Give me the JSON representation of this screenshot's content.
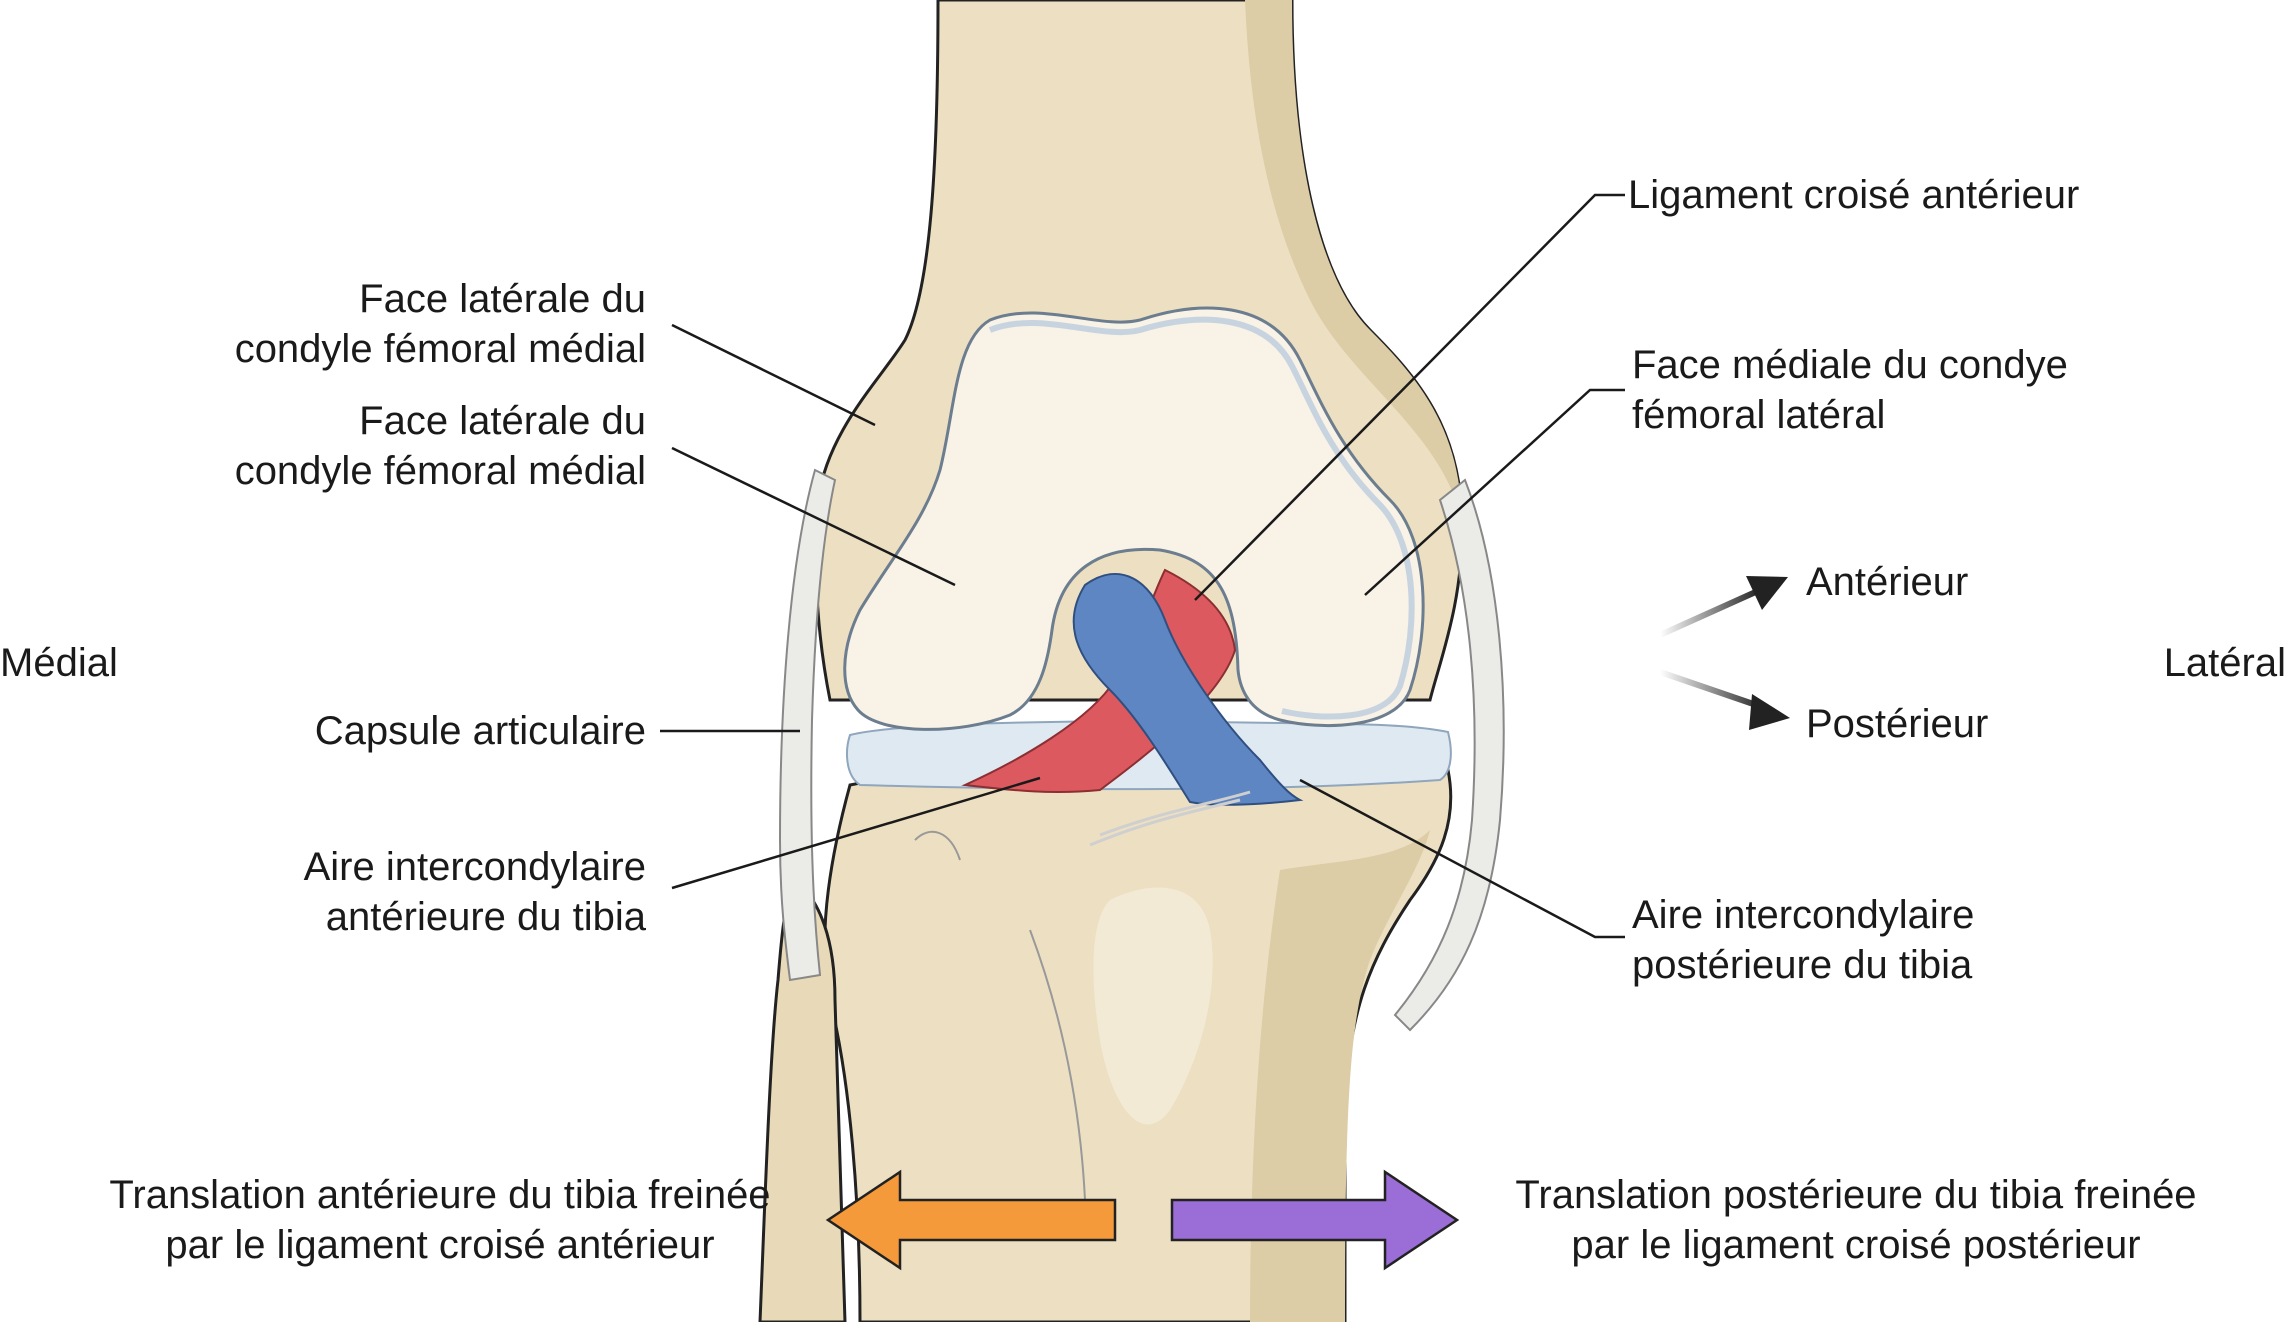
{
  "labels": {
    "femoral_medial_1": [
      "Face latérale du",
      "condyle fémoral médial"
    ],
    "femoral_medial_2": [
      "Face latérale du",
      "condyle fémoral médial"
    ],
    "capsule": "Capsule articulaire",
    "tibia_anterior_area": [
      "Aire intercondylaire",
      "antérieure du tibia"
    ],
    "acl": "Ligament croisé antérieur",
    "femoral_lateral": [
      "Face médiale du condye",
      "fémoral latéral"
    ],
    "tibia_posterior_area": [
      "Aire intercondylaire",
      "postérieure du tibia"
    ],
    "medial": "Médial",
    "lateral": "Latéral",
    "anterior": "Antérieur",
    "posterior": "Postérieur",
    "anterior_translation": [
      "Translation antérieure du tibia freinée",
      "par le ligament croisé antérieur"
    ],
    "posterior_translation": [
      "Translation postérieure du tibia freinée",
      "par le ligament croisé postérieur"
    ]
  },
  "colors": {
    "bone": "#ede0c2",
    "bone_shadow": "#dccda6",
    "cartilage": "#f8f2e7",
    "cartilage_rim": "#c7d4e0",
    "meniscus": "#dfe9f2",
    "acl": "#dc5a5f",
    "pcl": "#5e86c2",
    "capsule": "#ebebe8",
    "anterior_arrow": "#f59a3a",
    "posterior_arrow": "#9b6dd6",
    "leader": "#1a1a1a"
  }
}
